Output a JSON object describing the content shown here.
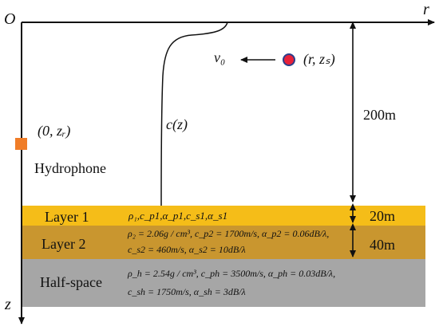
{
  "axes": {
    "origin": "O",
    "r": "r",
    "z": "z"
  },
  "source": {
    "velocity": "v₀",
    "position": "(r, zₛ)",
    "color": "#e8213a"
  },
  "profile": {
    "label": "c(z)"
  },
  "hydrophone": {
    "position": "(0, zᵣ)",
    "label": "Hydrophone",
    "color": "#f07d28"
  },
  "depths": {
    "water": "200m",
    "layer1": "20m",
    "layer2": "40m"
  },
  "layers": {
    "layer1": {
      "name": "Layer 1",
      "params": "ρ₁,c_p1,α_p1,c_s1,α_s1",
      "color": "#f5bd18"
    },
    "layer2": {
      "name": "Layer 2",
      "params_line1": "ρ₂ = 2.06g / cm³, c_p2 = 1700m/s, α_p2 = 0.06dB/λ,",
      "params_line2": "c_s2 = 460m/s, α_s2 = 10dB/λ",
      "color": "#c9962f"
    },
    "halfspace": {
      "name": "Half-space",
      "params_line1": "ρ_h = 2.54g / cm³, c_ph = 3500m/s, α_ph = 0.03dB/λ,",
      "params_line2": "c_sh = 1750m/s, α_sh = 3dB/λ",
      "color": "#a6a6a6"
    }
  }
}
